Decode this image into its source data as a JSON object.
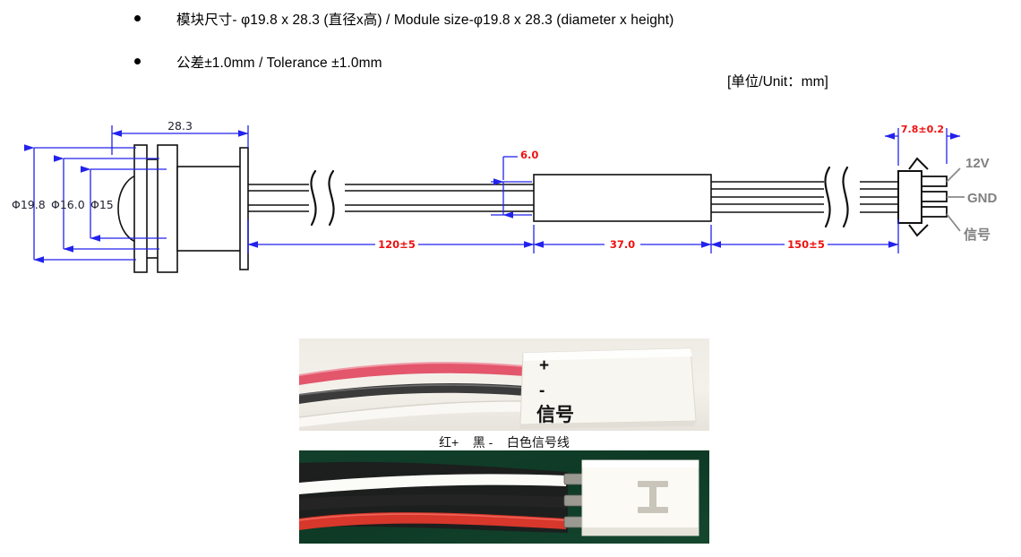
{
  "specs": [
    {
      "text": "模块尺寸- φ19.8 x 28.3 (直径x高) / Module size-φ19.8 x 28.3 (diameter x height)"
    },
    {
      "text": "公差±1.0mm / Tolerance ±1.0mm"
    }
  ],
  "unit_note": "[单位/Unit：mm]",
  "drawing": {
    "dimensions": {
      "length_total": "28.3",
      "diameter_outer": "Φ19.8",
      "diameter_mid": "Φ16.0",
      "diameter_lens": "Φ15",
      "cable_thickness": "6.0",
      "cable_first": "120±5",
      "box_length": "37.0",
      "cable_second": "150±5",
      "connector_width": "7.8±0.2"
    },
    "pin_labels": [
      {
        "name": "12V"
      },
      {
        "name": "GND"
      },
      {
        "name": "信号"
      }
    ],
    "colors": {
      "dimension_line": "#2222ee",
      "dimension_text_red": "#ee1111",
      "dimension_text_dark": "#222233",
      "pin_label": "#808080",
      "outline": "#111111"
    }
  },
  "photos": {
    "top": {
      "labels": [
        {
          "text": "+"
        },
        {
          "text": "-"
        },
        {
          "text": "信号"
        }
      ],
      "wire_colors": [
        "#e8556a",
        "#3a3a3a",
        "#f5f3ef"
      ],
      "connector_color": "#f7f5ef",
      "background": "#f2efea"
    },
    "caption": "红+    黑 -    白色信号线",
    "bottom": {
      "wire_colors": [
        "#ffffff",
        "#2a2a2a",
        "#e03b2e"
      ],
      "connector_color": "#fbfaf6",
      "background": "#10402a"
    }
  }
}
